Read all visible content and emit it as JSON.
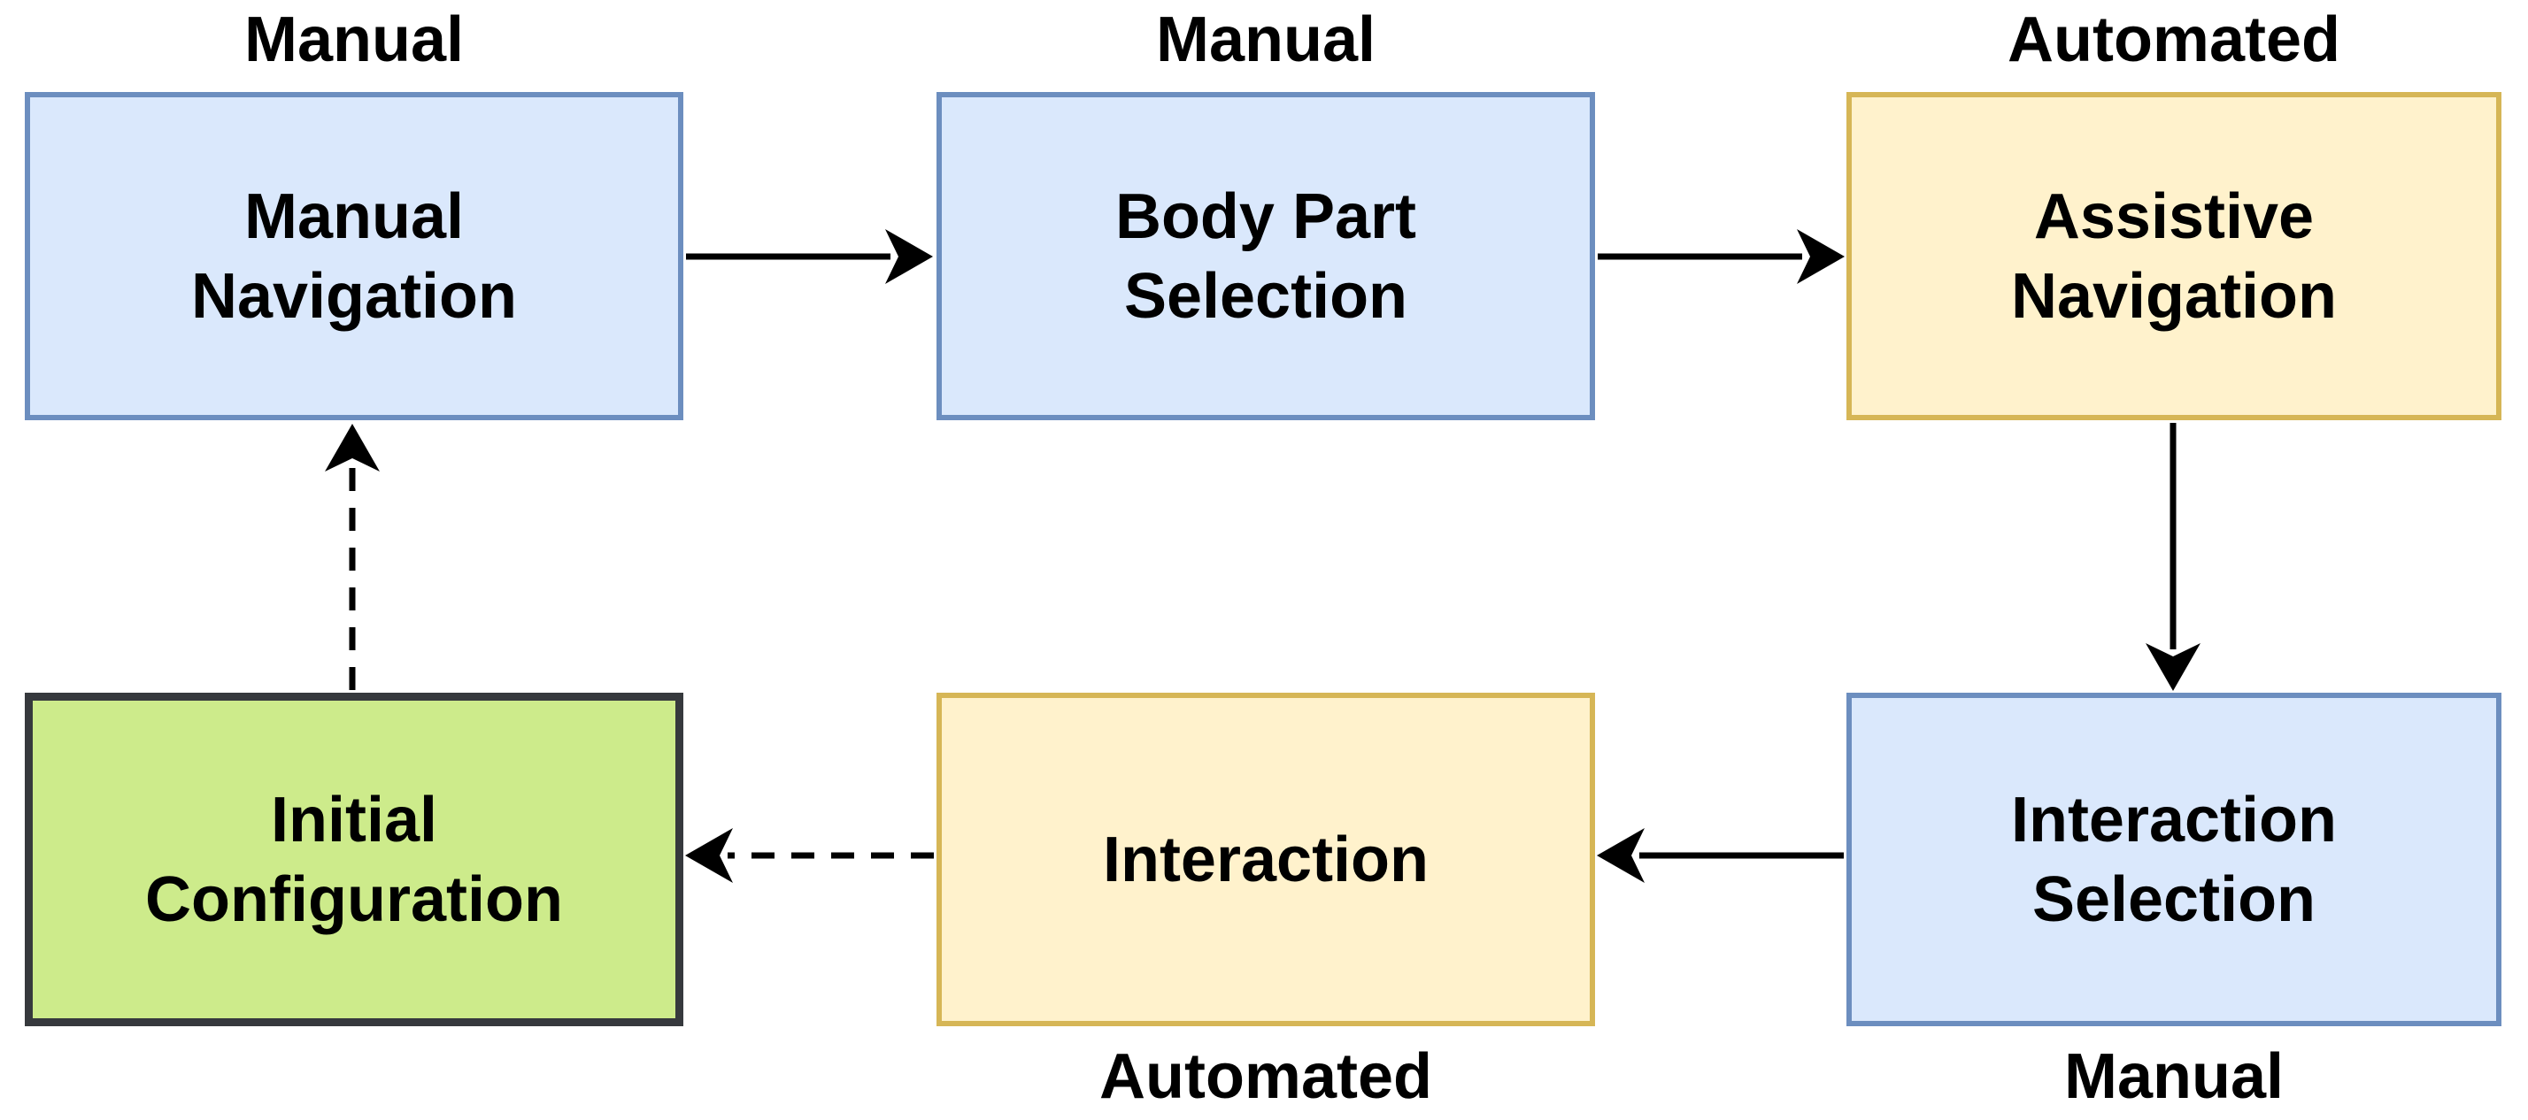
{
  "diagram": {
    "background_color": "#ffffff",
    "text_color": "#000000",
    "arrow_color": "#000000",
    "nodes": [
      {
        "id": "manual-navigation",
        "label": "Manual\nNavigation",
        "mode": "Manual",
        "mode_position": "above",
        "fill": "#dae8fc",
        "stroke": "#6c8ebf"
      },
      {
        "id": "body-part-selection",
        "label": "Body Part\nSelection",
        "mode": "Manual",
        "mode_position": "above",
        "fill": "#dae8fc",
        "stroke": "#6c8ebf"
      },
      {
        "id": "assistive-navigation",
        "label": "Assistive\nNavigation",
        "mode": "Automated",
        "mode_position": "above",
        "fill": "#fff2cc",
        "stroke": "#d6b656"
      },
      {
        "id": "interaction-selection",
        "label": "Interaction\nSelection",
        "mode": "Manual",
        "mode_position": "below",
        "fill": "#dae8fc",
        "stroke": "#6c8ebf"
      },
      {
        "id": "interaction",
        "label": "Interaction",
        "mode": "Automated",
        "mode_position": "below",
        "fill": "#fff2cc",
        "stroke": "#d6b656"
      },
      {
        "id": "initial-configuration",
        "label": "Initial\nConfiguration",
        "mode": "",
        "mode_position": "none",
        "fill": "#cdeb8b",
        "stroke": "#36393d"
      }
    ],
    "edges": [
      {
        "from": "manual-navigation",
        "to": "body-part-selection",
        "style": "solid",
        "direction": "right"
      },
      {
        "from": "body-part-selection",
        "to": "assistive-navigation",
        "style": "solid",
        "direction": "right"
      },
      {
        "from": "assistive-navigation",
        "to": "interaction-selection",
        "style": "solid",
        "direction": "down"
      },
      {
        "from": "interaction-selection",
        "to": "interaction",
        "style": "solid",
        "direction": "left"
      },
      {
        "from": "interaction",
        "to": "initial-configuration",
        "style": "dashed",
        "direction": "left"
      },
      {
        "from": "initial-configuration",
        "to": "manual-navigation",
        "style": "dashed",
        "direction": "up"
      }
    ]
  }
}
